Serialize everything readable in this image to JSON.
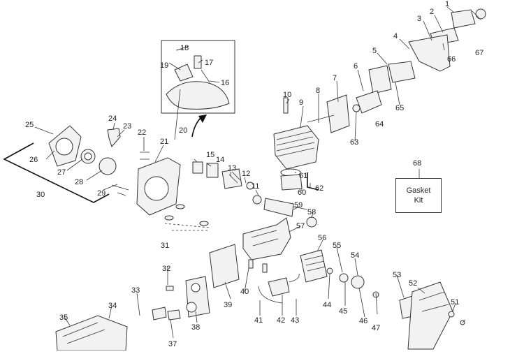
{
  "callouts": [
    {
      "n": "1"
    },
    {
      "n": "2"
    },
    {
      "n": "3"
    },
    {
      "n": "4"
    },
    {
      "n": "5"
    },
    {
      "n": "6"
    },
    {
      "n": "7"
    },
    {
      "n": "8"
    },
    {
      "n": "9"
    },
    {
      "n": "10"
    },
    {
      "n": "11"
    },
    {
      "n": "12"
    },
    {
      "n": "13"
    },
    {
      "n": "14"
    },
    {
      "n": "15"
    },
    {
      "n": "16"
    },
    {
      "n": "17"
    },
    {
      "n": "18"
    },
    {
      "n": "19"
    },
    {
      "n": "20"
    },
    {
      "n": "21"
    },
    {
      "n": "22"
    },
    {
      "n": "23"
    },
    {
      "n": "24"
    },
    {
      "n": "25"
    },
    {
      "n": "26"
    },
    {
      "n": "27"
    },
    {
      "n": "28"
    },
    {
      "n": "29"
    },
    {
      "n": "30"
    },
    {
      "n": "31"
    },
    {
      "n": "32"
    },
    {
      "n": "33"
    },
    {
      "n": "34"
    },
    {
      "n": "35"
    },
    {
      "n": "37"
    },
    {
      "n": "38"
    },
    {
      "n": "39"
    },
    {
      "n": "40"
    },
    {
      "n": "41"
    },
    {
      "n": "42"
    },
    {
      "n": "43"
    },
    {
      "n": "44"
    },
    {
      "n": "45"
    },
    {
      "n": "46"
    },
    {
      "n": "47"
    },
    {
      "n": "51"
    },
    {
      "n": "52"
    },
    {
      "n": "53"
    },
    {
      "n": "54"
    },
    {
      "n": "55"
    },
    {
      "n": "56"
    },
    {
      "n": "57"
    },
    {
      "n": "58"
    },
    {
      "n": "59"
    },
    {
      "n": "60"
    },
    {
      "n": "61"
    },
    {
      "n": "62"
    },
    {
      "n": "63"
    },
    {
      "n": "64"
    },
    {
      "n": "65"
    },
    {
      "n": "66"
    },
    {
      "n": "67"
    },
    {
      "n": "68"
    }
  ],
  "kit": {
    "line1": "Gasket",
    "line2": "Kit"
  }
}
